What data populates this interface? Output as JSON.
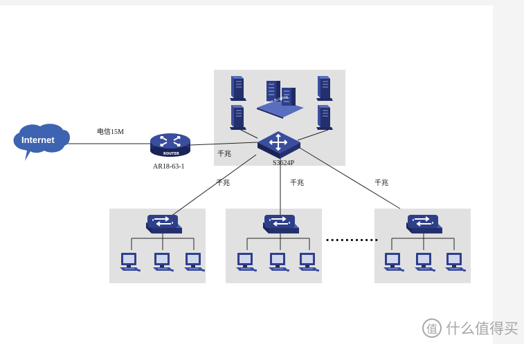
{
  "cloud": {
    "label": "Internet"
  },
  "link_labels": {
    "wan": "电信15M",
    "core_uplink": "千兆",
    "access_left": "千兆",
    "access_middle": "千兆",
    "access_right": "千兆"
  },
  "router": {
    "badge": "ROUTER",
    "name": "AR18-63-1"
  },
  "core_switch": {
    "name": "S3624P"
  },
  "server_room": {
    "building_label": "Office Building"
  },
  "ellipsis": "...........",
  "watermark": {
    "icon_glyph": "值",
    "text": "什么值得买"
  },
  "colors": {
    "device_blue": "#2e3f8a",
    "device_dark": "#1e2a63",
    "cloud": "#3e63b0",
    "gray_box": "#e1e1e1",
    "line": "#222222"
  }
}
